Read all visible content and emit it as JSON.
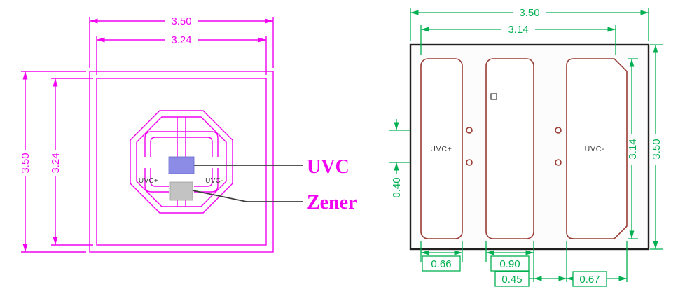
{
  "colors": {
    "magenta": "#f102f1",
    "green": "#00b050",
    "pad": "#9a3c34",
    "package": "#221f1f",
    "die_uvc": "#8c8ce6",
    "die_zener": "#c3c3c3",
    "leader": "#3f3f3f",
    "label": "#3a3a3a"
  },
  "left_view": {
    "dims": {
      "width_outer": "3.50",
      "width_inner": "3.24",
      "height_outer": "3.50",
      "height_inner": "3.24"
    },
    "labels": {
      "anode": "UVC+",
      "cathode": "UVC-"
    }
  },
  "callouts": {
    "uvc": "UVC",
    "zener": "Zener"
  },
  "right_view": {
    "dims": {
      "width_outer": "3.50",
      "width_inner": "3.14",
      "height_inner": "3.14",
      "height_outer": "3.50",
      "via_spacing": "0.40",
      "pad_left_width": "0.66",
      "pad_center_width": "0.90",
      "pad_gap": "0.45",
      "pad_right_width": "0.67"
    },
    "labels": {
      "anode": "UVC+",
      "cathode": "UVC-"
    }
  }
}
